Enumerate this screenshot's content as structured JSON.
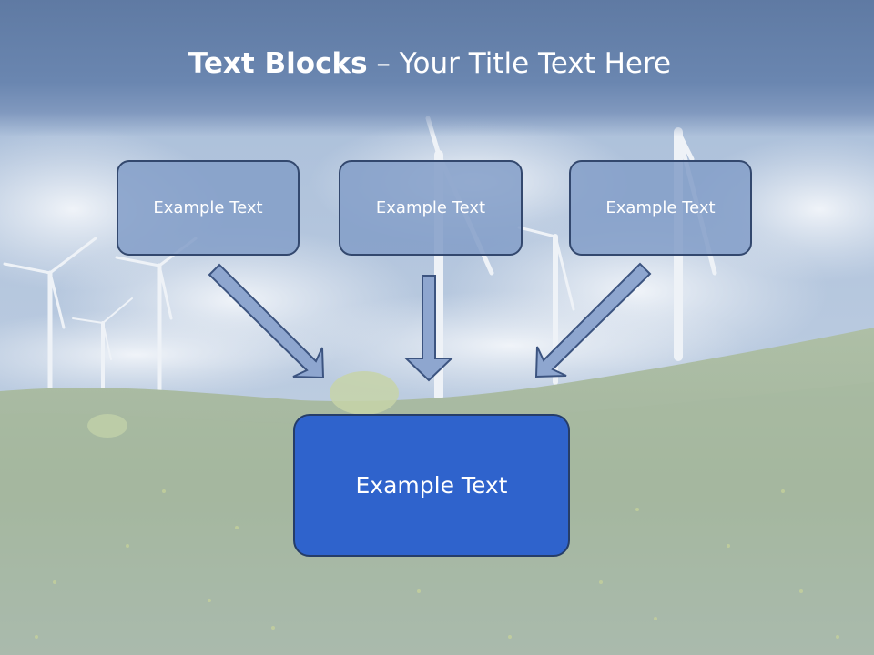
{
  "slide": {
    "title_bold": "Text Blocks",
    "title_dash": " – ",
    "title_rest": "Your Title Text Here"
  },
  "blocks": {
    "left": "Example Text",
    "center": "Example Text",
    "right": "Example Text",
    "main": "Example Text"
  },
  "colors": {
    "title_band": "#6a86b0",
    "small_box_fill": "#849ec8",
    "small_box_border": "#33486e",
    "main_box_fill": "#2f63cc",
    "main_box_border": "#263d68",
    "arrow_fill": "#8ea6cf",
    "arrow_stroke": "#3c5480"
  },
  "background": {
    "icon": "wind-turbine-landscape-image"
  }
}
